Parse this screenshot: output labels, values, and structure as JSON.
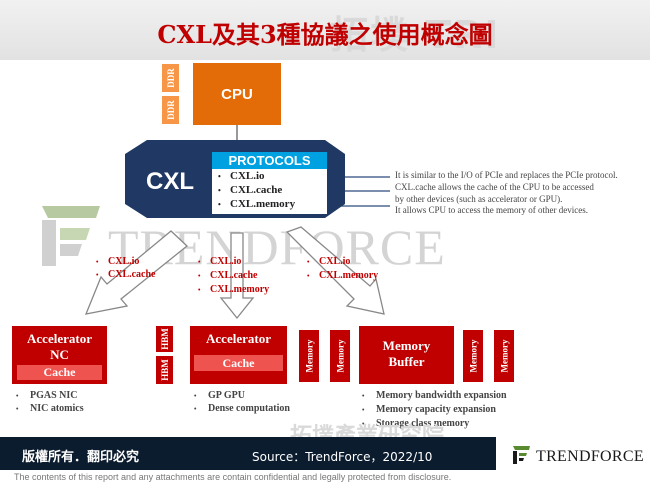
{
  "title": "CXL及其3種協議之使用概念圖",
  "header_watermark": "拓墣 TRI",
  "watermark": {
    "text": "TRENDFORCE"
  },
  "cpu": {
    "label": "CPU",
    "ddr_labels": [
      "DDR",
      "DDR"
    ]
  },
  "cxl": {
    "label": "CXL",
    "protocols_title": "PROTOCOLS",
    "protocols": [
      "CXL.io",
      "CXL.cache",
      "CXL.memory"
    ],
    "descriptions": [
      "It is similar to the I/O of PCIe and replaces the PCIe protocol.",
      "CXL.cache allows the cache of the CPU to be accessed",
      "by other devices (such as accelerator or GPU).",
      "It allows CPU to access the memory of other devices."
    ]
  },
  "branches": [
    {
      "protocols": [
        "CXL.io",
        "CXL.cache"
      ]
    },
    {
      "protocols": [
        "CXL.io",
        "CXL.cache",
        "CXL.memory"
      ]
    },
    {
      "protocols": [
        "CXL.io",
        "CXL.memory"
      ]
    }
  ],
  "devices": {
    "accelerator_nc": {
      "title": [
        "Accelerator",
        "NC"
      ],
      "cache": "Cache",
      "features": [
        "PGAS NIC",
        "NIC atomics"
      ]
    },
    "accelerator_gpu": {
      "title": "Accelerator",
      "cache": "Cache",
      "hbm_labels": [
        "HBM",
        "HBM"
      ],
      "features": [
        "GP GPU",
        "Dense computation"
      ]
    },
    "memory_buffer": {
      "title": [
        "Memory",
        "Buffer"
      ],
      "memory_labels": [
        "Memory",
        "Memory",
        "Memory",
        "Memory"
      ],
      "features": [
        "Memory bandwidth expansion",
        "Memory capacity expansion",
        "Storage class memory"
      ]
    }
  },
  "footer": {
    "copyright": "版權所有．翻印必究",
    "source": "Source：TrendForce，2022/10",
    "watermark": "拓墣產業研究院",
    "logo_text": "TRENDFORCE",
    "disclaimer": "The contents of this report and any attachments are contain confidential and legally protected from disclosure."
  },
  "colors": {
    "red": "#c00000",
    "orange": "#e36c09",
    "ddr": "#f79646",
    "navy": "#1f3864",
    "cyan": "#00a1e0",
    "cache": "#ef5350",
    "footer": "#0b1c2e"
  }
}
